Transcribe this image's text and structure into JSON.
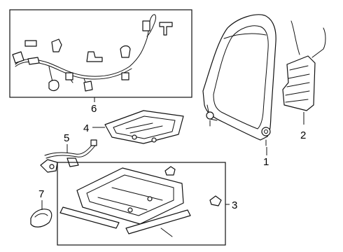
{
  "callouts": [
    {
      "id": "1",
      "text": "1"
    },
    {
      "id": "2",
      "text": "2"
    },
    {
      "id": "3",
      "text": "3"
    },
    {
      "id": "4",
      "text": "4"
    },
    {
      "id": "5",
      "text": "5"
    },
    {
      "id": "6",
      "text": "6"
    },
    {
      "id": "7",
      "text": "7"
    }
  ],
  "parts": {
    "1": "seat-back-frame",
    "2": "lumbar-support",
    "3": "seat-adjuster-track",
    "4": "seat-cushion-pan",
    "5": "harness-bracket",
    "6": "wire-harness",
    "7": "side-cover"
  },
  "colors": {
    "line": "#111111",
    "background": "#ffffff"
  }
}
